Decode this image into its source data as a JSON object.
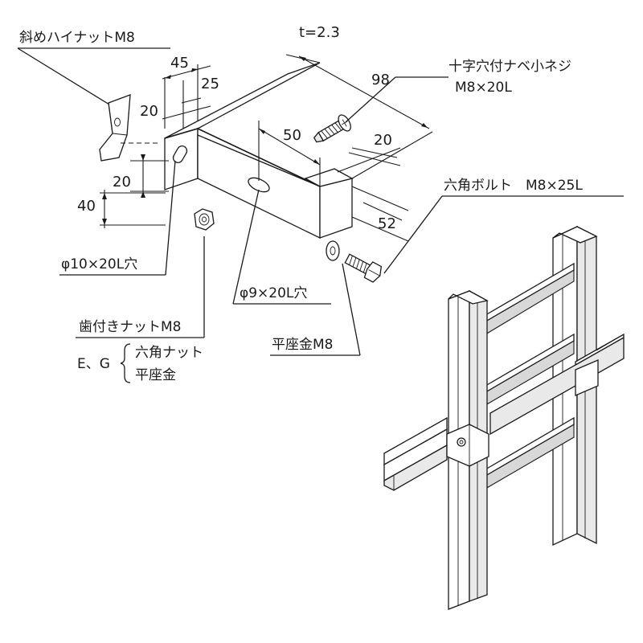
{
  "labels": {
    "diagonal_nut": "斜めハイナットM8",
    "thickness": "t=2.3",
    "phillips_screw_line1": "十字穴付ナベ小ネジ",
    "phillips_screw_line2": "M8×20L",
    "hex_bolt": "六角ボルト　M8×25L",
    "hole_10x20": "φ10×20L穴",
    "hole_9x20": "φ9×20L穴",
    "toothed_nut": "歯付きナットM8",
    "eg_prefix": "E、G",
    "eg_hex_nut": "六角ナット",
    "eg_flat_washer": "平座金",
    "flat_washer": "平座金M8"
  },
  "dimensions": {
    "d45": "45",
    "d25": "25",
    "d20_top": "20",
    "d98": "98",
    "d50": "50",
    "d20_right": "20",
    "d20_left": "20",
    "d40": "40",
    "d52": "52"
  },
  "colors": {
    "line": "#1a1a1a",
    "face_shade": "#e9e9e9",
    "background": "#ffffff"
  }
}
